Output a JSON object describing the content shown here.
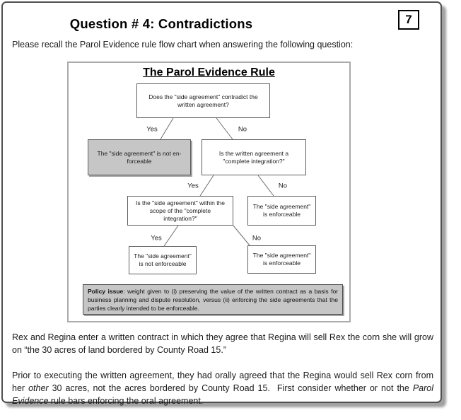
{
  "page": {
    "title": "Question # 4: Contradictions",
    "slide_number": "7",
    "intro": "Please recall the Parol Evidence rule flow chart when answering the following question:"
  },
  "flowchart": {
    "title": "The Parol Evidence Rule",
    "edge_labels": [
      "Yes",
      "No",
      "Yes",
      "No",
      "Yes",
      "No"
    ],
    "nodes": {
      "q_contradict": [
        "Does the \"side agreement\" contradict the",
        "written agreement?"
      ],
      "not_enforceable_top": [
        "The \"side agreement\" is not en-",
        "forceable"
      ],
      "q_complete_integration": [
        "Is the written agreement a",
        "\"complete integration?\""
      ],
      "q_within_scope": [
        "Is the \"side agreement\" within the",
        "scope of the \"complete",
        "integration?\""
      ],
      "enforceable_mid": [
        "The \"side agreement\"",
        "is enforceable"
      ],
      "not_enforceable_bottom": [
        "The \"side agreement\"",
        "is not enforceable"
      ],
      "enforceable_bottom": [
        "The \"side agreement\"",
        "is enforceable"
      ]
    },
    "policy": {
      "label": "Policy issue",
      "text": ": weight given to (i) preserving the value of the written contract as a basis for business planning and dispute resolution, versus (ii) enforcing the side agreements that the parties clearly intended to be enforceable."
    }
  },
  "body": {
    "paragraph1": "Rex and Regina enter a written contract in which they agree that Regina will sell Rex the corn she will grow on “the 30 acres of land bordered by County Road 15.”",
    "paragraph2": [
      {
        "text": "Prior to executing the written agreement, they had orally agreed that the Regina would sell Rex corn from her "
      },
      {
        "text": "other",
        "italic": true
      },
      {
        "text": " 30 acres, not the acres bordered by County Road 15.  First consider whether or not the "
      },
      {
        "text": "Parol Evidence",
        "italic": true
      },
      {
        "text": " rule bars enforcing the oral agreement."
      }
    ]
  },
  "colors": {
    "gray_node_background": "#c6c6c6",
    "node_border": "#5f5f5f",
    "page_border": "#4f4f4f",
    "flowchart_border": "#ababab"
  }
}
